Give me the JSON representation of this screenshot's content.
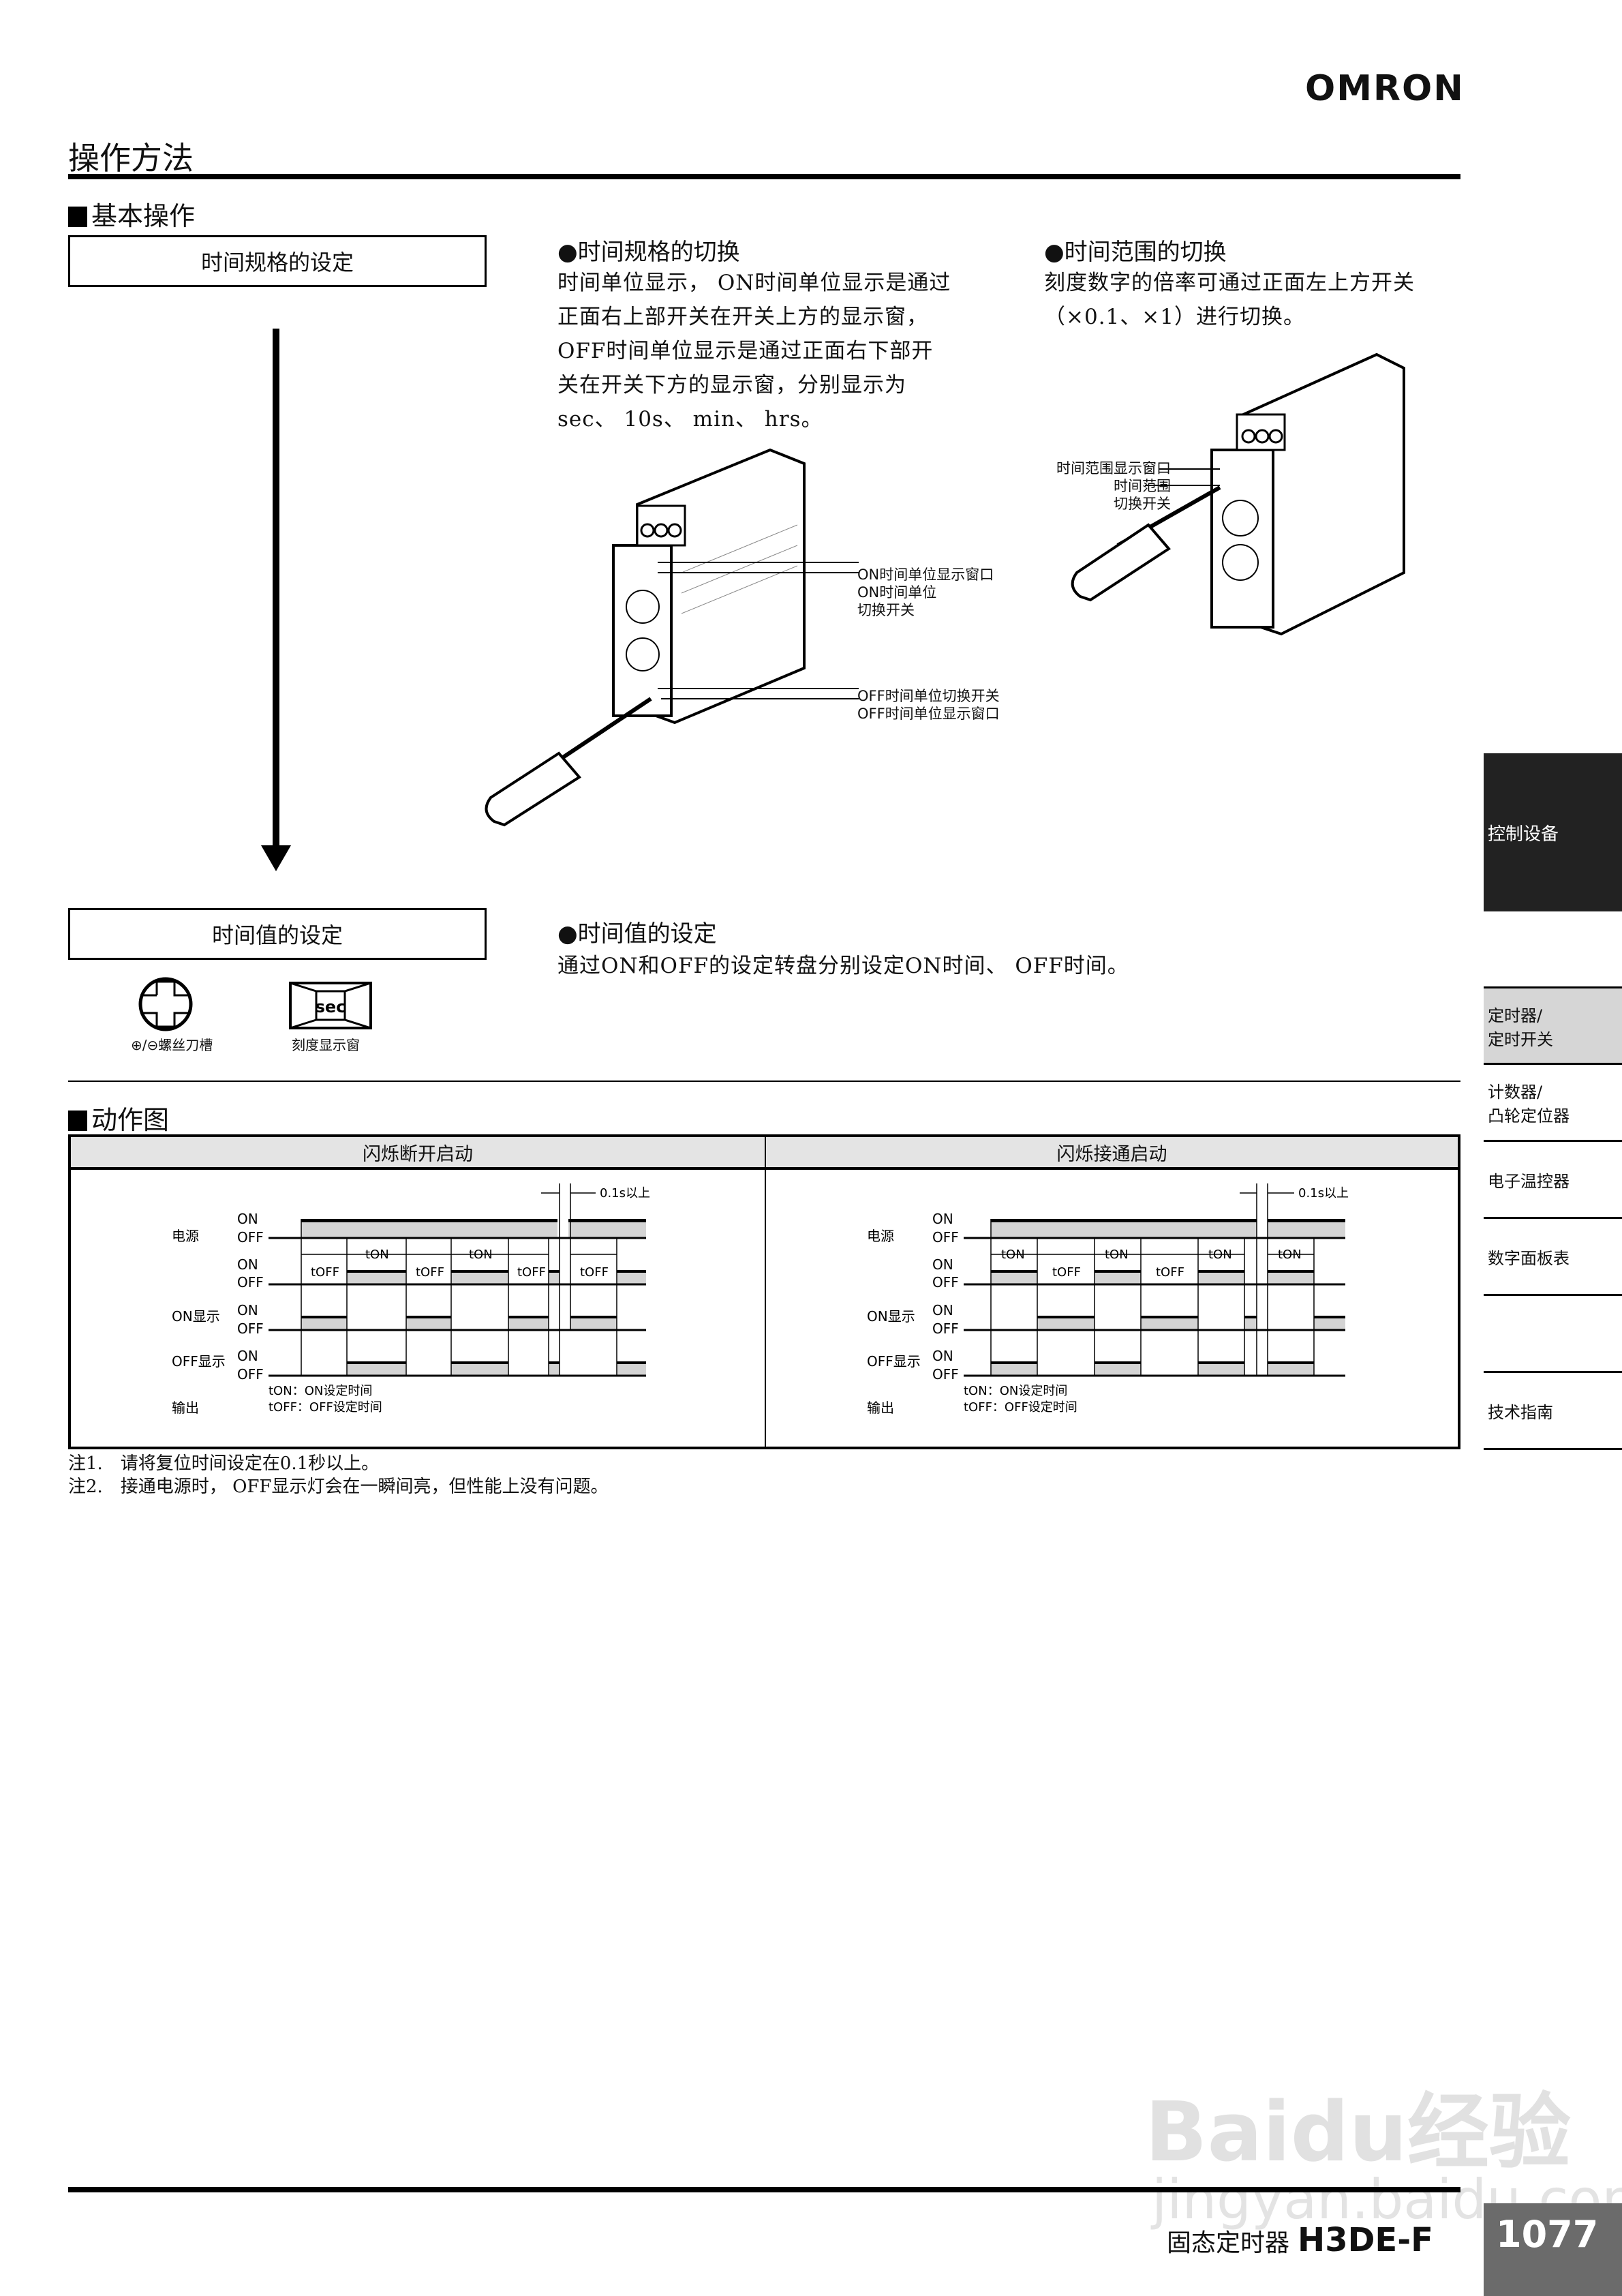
{
  "header": {
    "brand": "OMRON",
    "page_title": "操作方法"
  },
  "basic_operation": {
    "heading": "基本操作",
    "step1_label": "时间规格的设定",
    "step2_label": "时间值的设定",
    "icon_captions": {
      "screw_slot": "⊕/⊖螺丝刀槽",
      "scale_window": "刻度显示窗",
      "scale_window_text": "sec"
    }
  },
  "time_spec_switch": {
    "heading": "●时间规格的切换",
    "lines": [
      "时间单位显示， ON时间单位显示是通过",
      "正面右上部开关在开关上方的显示窗，",
      "OFF时间单位显示是通过正面右下部开",
      "关在开关下方的显示窗，分别显示为",
      "sec、 10s、 min、 hrs。"
    ],
    "callouts": [
      "ON时间单位显示窗口",
      "ON时间单位",
      "切换开关",
      "OFF时间单位切换开关",
      "OFF时间单位显示窗口"
    ]
  },
  "time_range_switch": {
    "heading": "●时间范围的切换",
    "lines": [
      "刻度数字的倍率可通过正面左上方开关",
      "（×0.1、×1）进行切换。"
    ],
    "callouts": [
      "时间范围显示窗口",
      "时间范围",
      "切换开关"
    ]
  },
  "time_value_setting": {
    "heading": "●时间值的设定",
    "text": "通过ON和OFF的设定转盘分别设定ON时间、 OFF时间。"
  },
  "timing_chart": {
    "heading": "动作图",
    "rows": [
      "电源",
      "ON显示",
      "OFF显示",
      "输出"
    ],
    "state_on": "ON",
    "state_off": "OFF",
    "reset_label": "0.1s以上",
    "legend_ton": "tON：ON设定时间",
    "legend_toff": "tOFF：OFF设定时间",
    "t_on": "tON",
    "t_off": "tOFF",
    "panels": [
      {
        "title": "闪烁断开启动",
        "interval_labels": [
          "tOFF",
          "tON",
          "tOFF",
          "tON",
          "tOFF",
          "tOFF"
        ]
      },
      {
        "title": "闪烁接通启动",
        "interval_labels": [
          "tON",
          "tOFF",
          "tON",
          "tOFF",
          "tON",
          "tON"
        ]
      }
    ]
  },
  "notes": [
    "注1.　请将复位时间设定在0.1秒以上。",
    "注2.　接通电源时， OFF显示灯会在一瞬间亮，但性能上没有问题。"
  ],
  "sidebar": {
    "category": "控制设备",
    "items": [
      {
        "label": "定时器/\n定时开关",
        "active": true
      },
      {
        "label": "计数器/\n凸轮定位器",
        "active": false
      },
      {
        "label": "电子温控器",
        "active": false
      },
      {
        "label": "数字面板表",
        "active": false
      },
      {
        "label": "",
        "active": false
      },
      {
        "label": "技术指南",
        "active": false
      }
    ]
  },
  "footer": {
    "product_type": "固态定时器",
    "model": "H3DE-F",
    "page_number": "1077"
  },
  "watermark": {
    "line1": "Baidu经验",
    "line2": "jingyan.baidu.com"
  },
  "colors": {
    "fill_gray": "#d4d4d4",
    "header_gray": "#e4e4e4",
    "sidebar_dark": "#222222",
    "sidebar_active": "#d6d6d6",
    "page_num_bg": "#6b6b6b"
  }
}
